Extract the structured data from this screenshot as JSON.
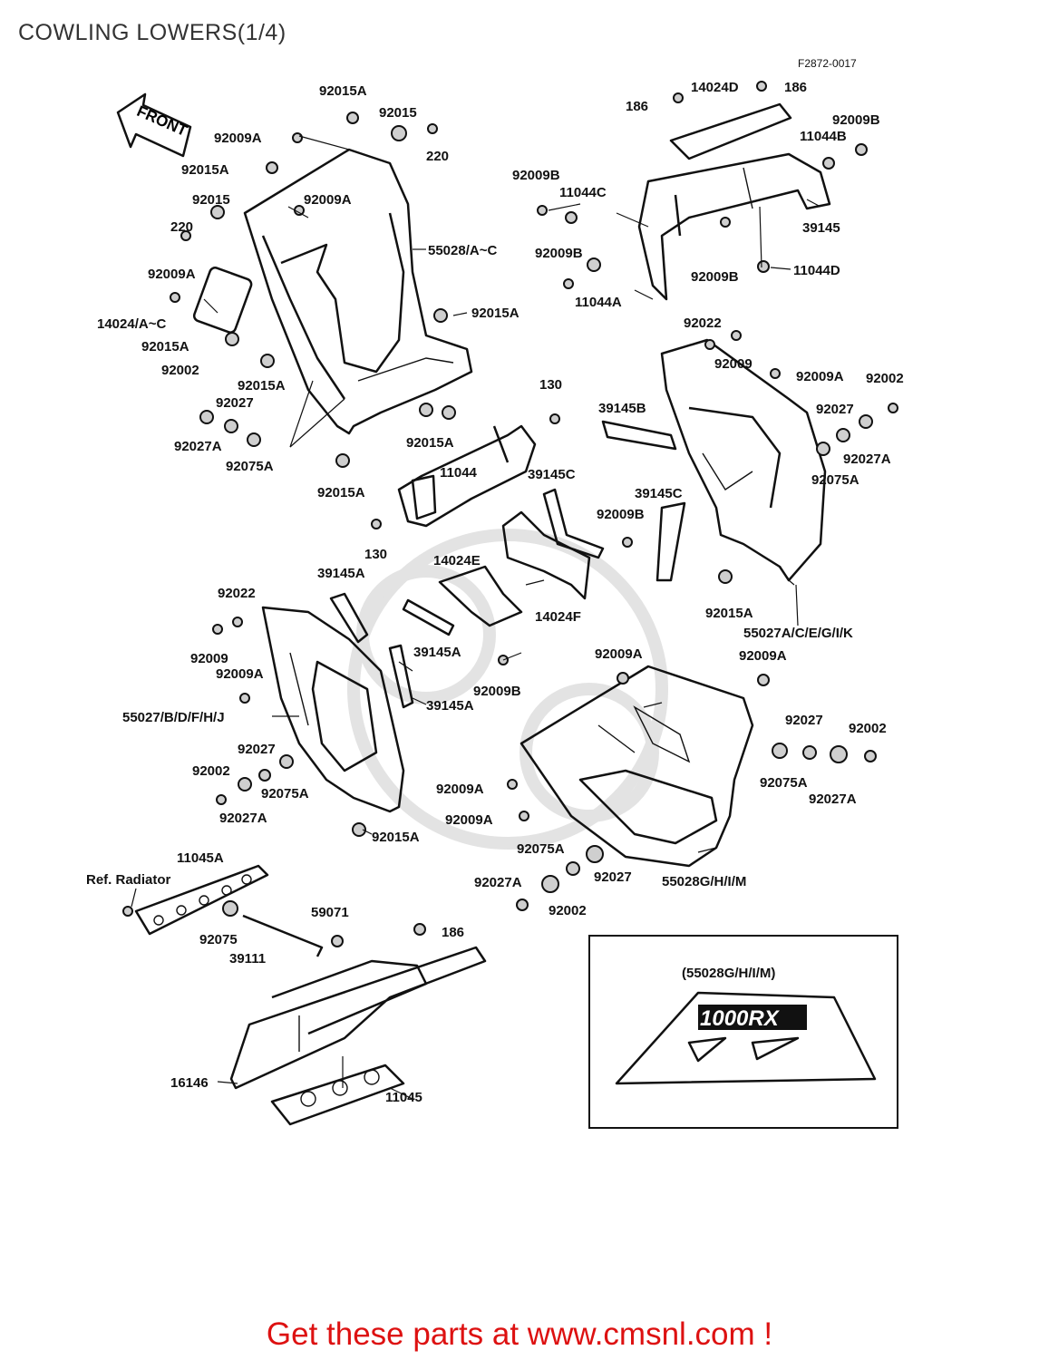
{
  "page_title": "COWLING LOWERS(1/4)",
  "ref_code": "F2872-0017",
  "front_arrow_text": "FRONT",
  "inset_label": "(55028G/H/I/M)",
  "inset_logo_text": "1000RX",
  "footer_cta": "Get these parts at www.cmsnl.com !",
  "labels": [
    "92015A",
    "92015",
    "92009A",
    "220",
    "92015A",
    "92015",
    "92009A",
    "220",
    "55028/A~C",
    "92009A",
    "14024/A~C",
    "92015A",
    "92015A",
    "92002",
    "92027",
    "92027A",
    "92015A",
    "92075A",
    "92015A",
    "92015A",
    "14024D",
    "186",
    "186",
    "92009B",
    "11044B",
    "92009B",
    "11044C",
    "39145",
    "92009B",
    "11044A",
    "92009B",
    "11044D",
    "92022",
    "92009",
    "92009A",
    "92002",
    "92027",
    "92027A",
    "92075A",
    "39145B",
    "130",
    "39145C",
    "11044",
    "39145C",
    "92009B",
    "130",
    "14024E",
    "14024F",
    "92015A",
    "55027A/C/E/G/I/K",
    "92022",
    "39145A",
    "92009",
    "92009A",
    "39145A",
    "55027/B/D/F/H/J",
    "39145A",
    "92009B",
    "92009A",
    "92009A",
    "92027",
    "92002",
    "92027",
    "92002",
    "92075A",
    "92075A",
    "92027A",
    "92027A",
    "92009A",
    "92009A",
    "92015A",
    "11045A",
    "Ref. Radiator",
    "92075A",
    "92027",
    "92027A",
    "92002",
    "55028G/H/I/M",
    "59071",
    "186",
    "92075",
    "39111",
    "16146",
    "11045"
  ]
}
